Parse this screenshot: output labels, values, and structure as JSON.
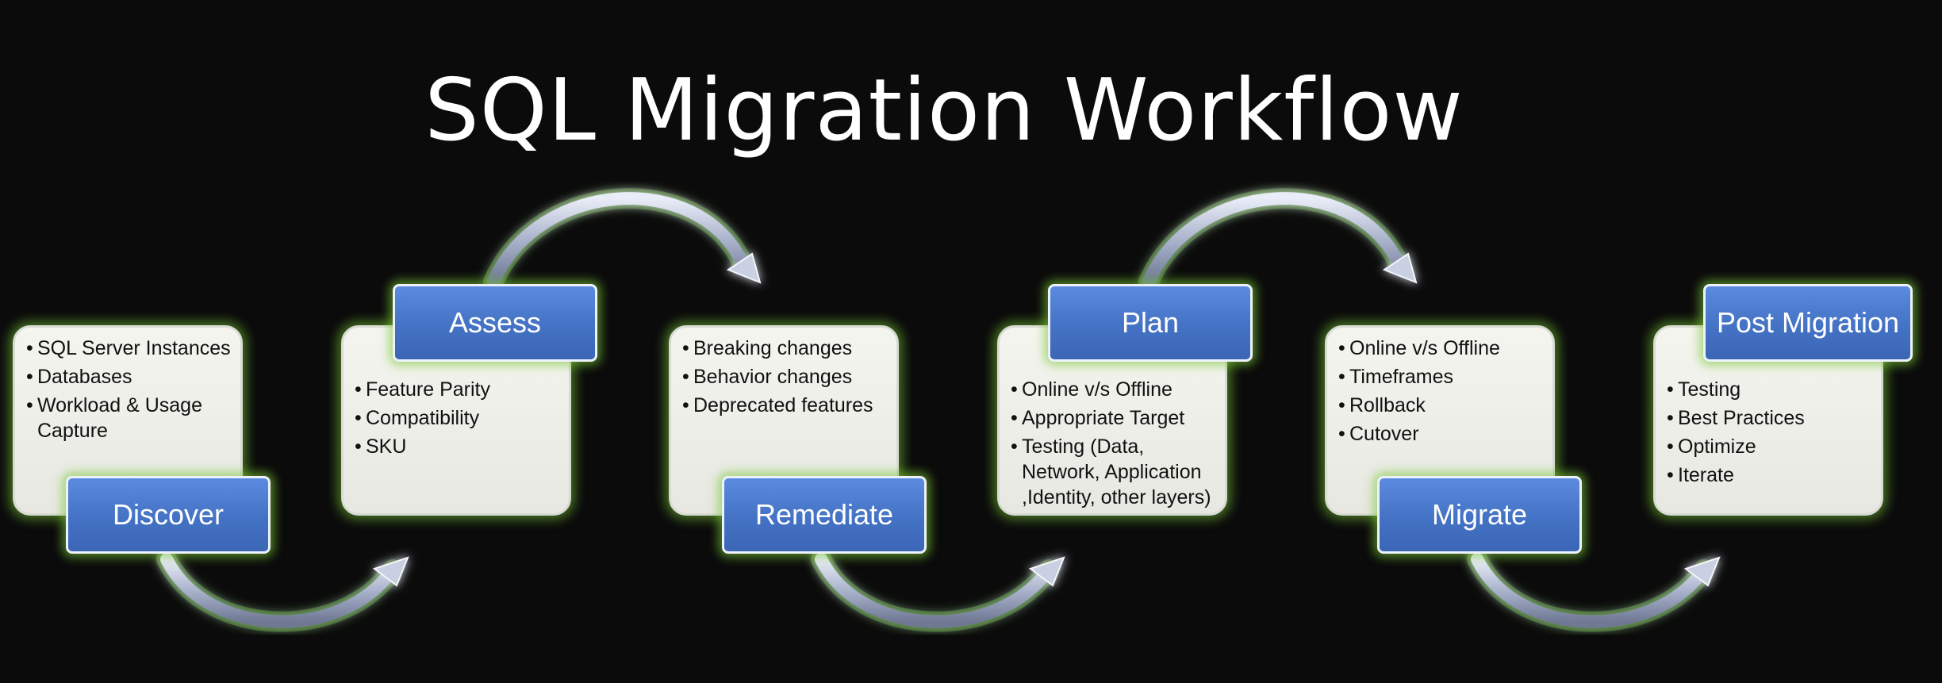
{
  "title": "SQL Migration Workflow",
  "colors": {
    "background": "#0b0b0b",
    "label_fill": "#4472c4",
    "box_fill": "#eeefe8",
    "glow": "#78c837",
    "arrow": "#c6cde0"
  },
  "steps": [
    {
      "label": "Discover",
      "items": [
        "SQL Server Instances",
        "Databases",
        "Workload & Usage Capture"
      ]
    },
    {
      "label": "Assess",
      "items": [
        "Feature Parity",
        "Compatibility",
        "SKU"
      ]
    },
    {
      "label": "Remediate",
      "items": [
        "Breaking changes",
        "Behavior changes",
        "Deprecated features"
      ]
    },
    {
      "label": "Plan",
      "items": [
        "Online v/s Offline",
        "Appropriate Target",
        "Testing (Data, Network, Application ,Identity, other layers)"
      ]
    },
    {
      "label": "Migrate",
      "items": [
        "Online v/s Offline",
        "Timeframes",
        "Rollback",
        "Cutover"
      ]
    },
    {
      "label": "Post Migration",
      "items": [
        "Testing",
        "Best Practices",
        "Optimize",
        "Iterate"
      ]
    }
  ]
}
